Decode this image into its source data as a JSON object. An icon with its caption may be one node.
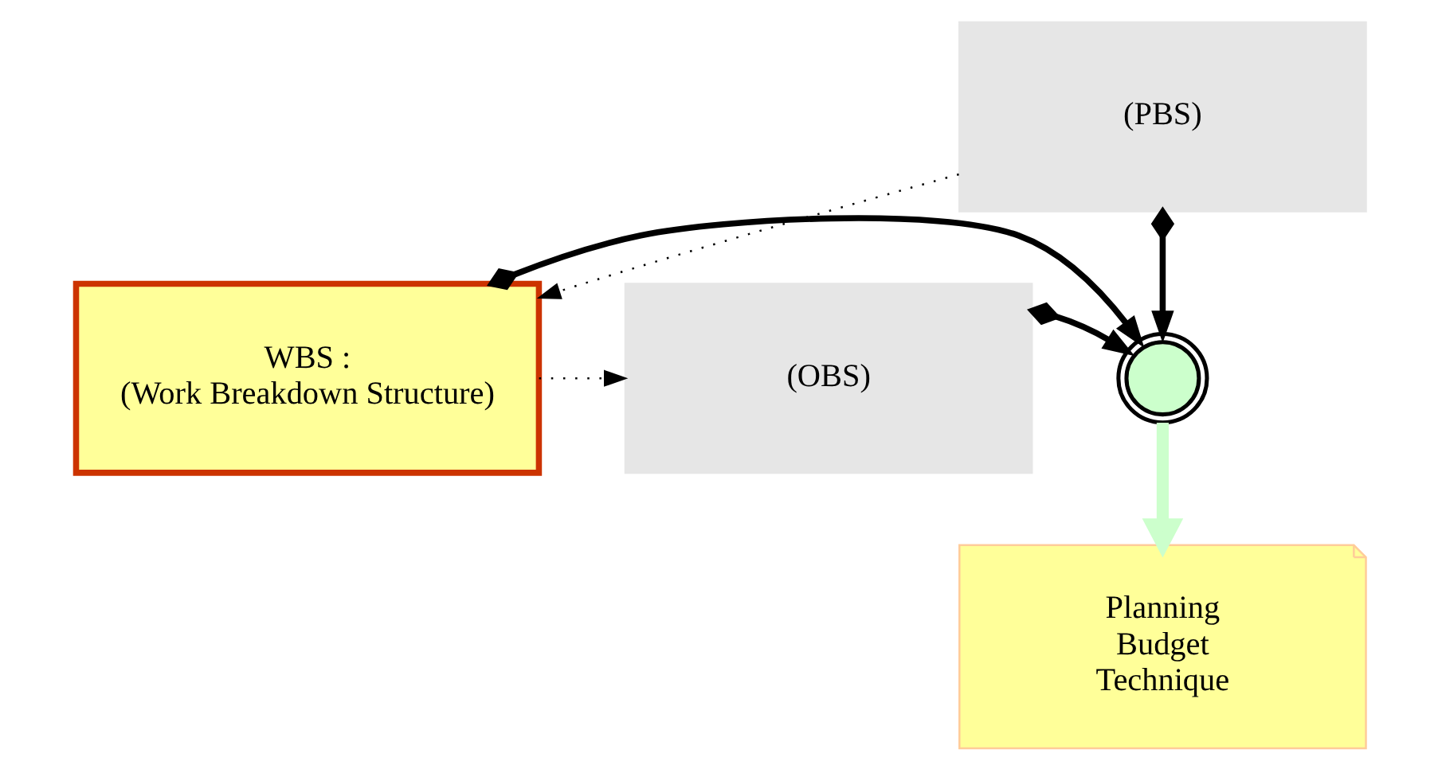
{
  "diagram": {
    "nodes": [
      {
        "text": [
          "(PBS)"
        ]
      },
      {
        "text": [
          "(OBS)"
        ]
      },
      {
        "text": [
          "WBS :",
          "(Work Breakdown Structure)"
        ]
      },
      {
        "text": [],
        "shape": "circle"
      },
      {
        "text": [
          "Planning",
          "Budget",
          "Technique"
        ]
      }
    ],
    "edges": [
      {
        "from": 0,
        "to": 3,
        "arrow": "to"
      },
      {
        "from": 1,
        "to": 3,
        "arrow": "to"
      },
      {
        "from": 2,
        "to": 3,
        "arrow": "to"
      },
      {
        "from": 2,
        "to": 1,
        "arrow": "to",
        "style": "dashed"
      },
      {
        "from": 0,
        "to": 2,
        "arrow": "to",
        "style": "dashed"
      },
      {
        "from": 3,
        "to": 4,
        "arrow": "to",
        "style": "thick",
        "color": "#ccffcc"
      }
    ]
  }
}
